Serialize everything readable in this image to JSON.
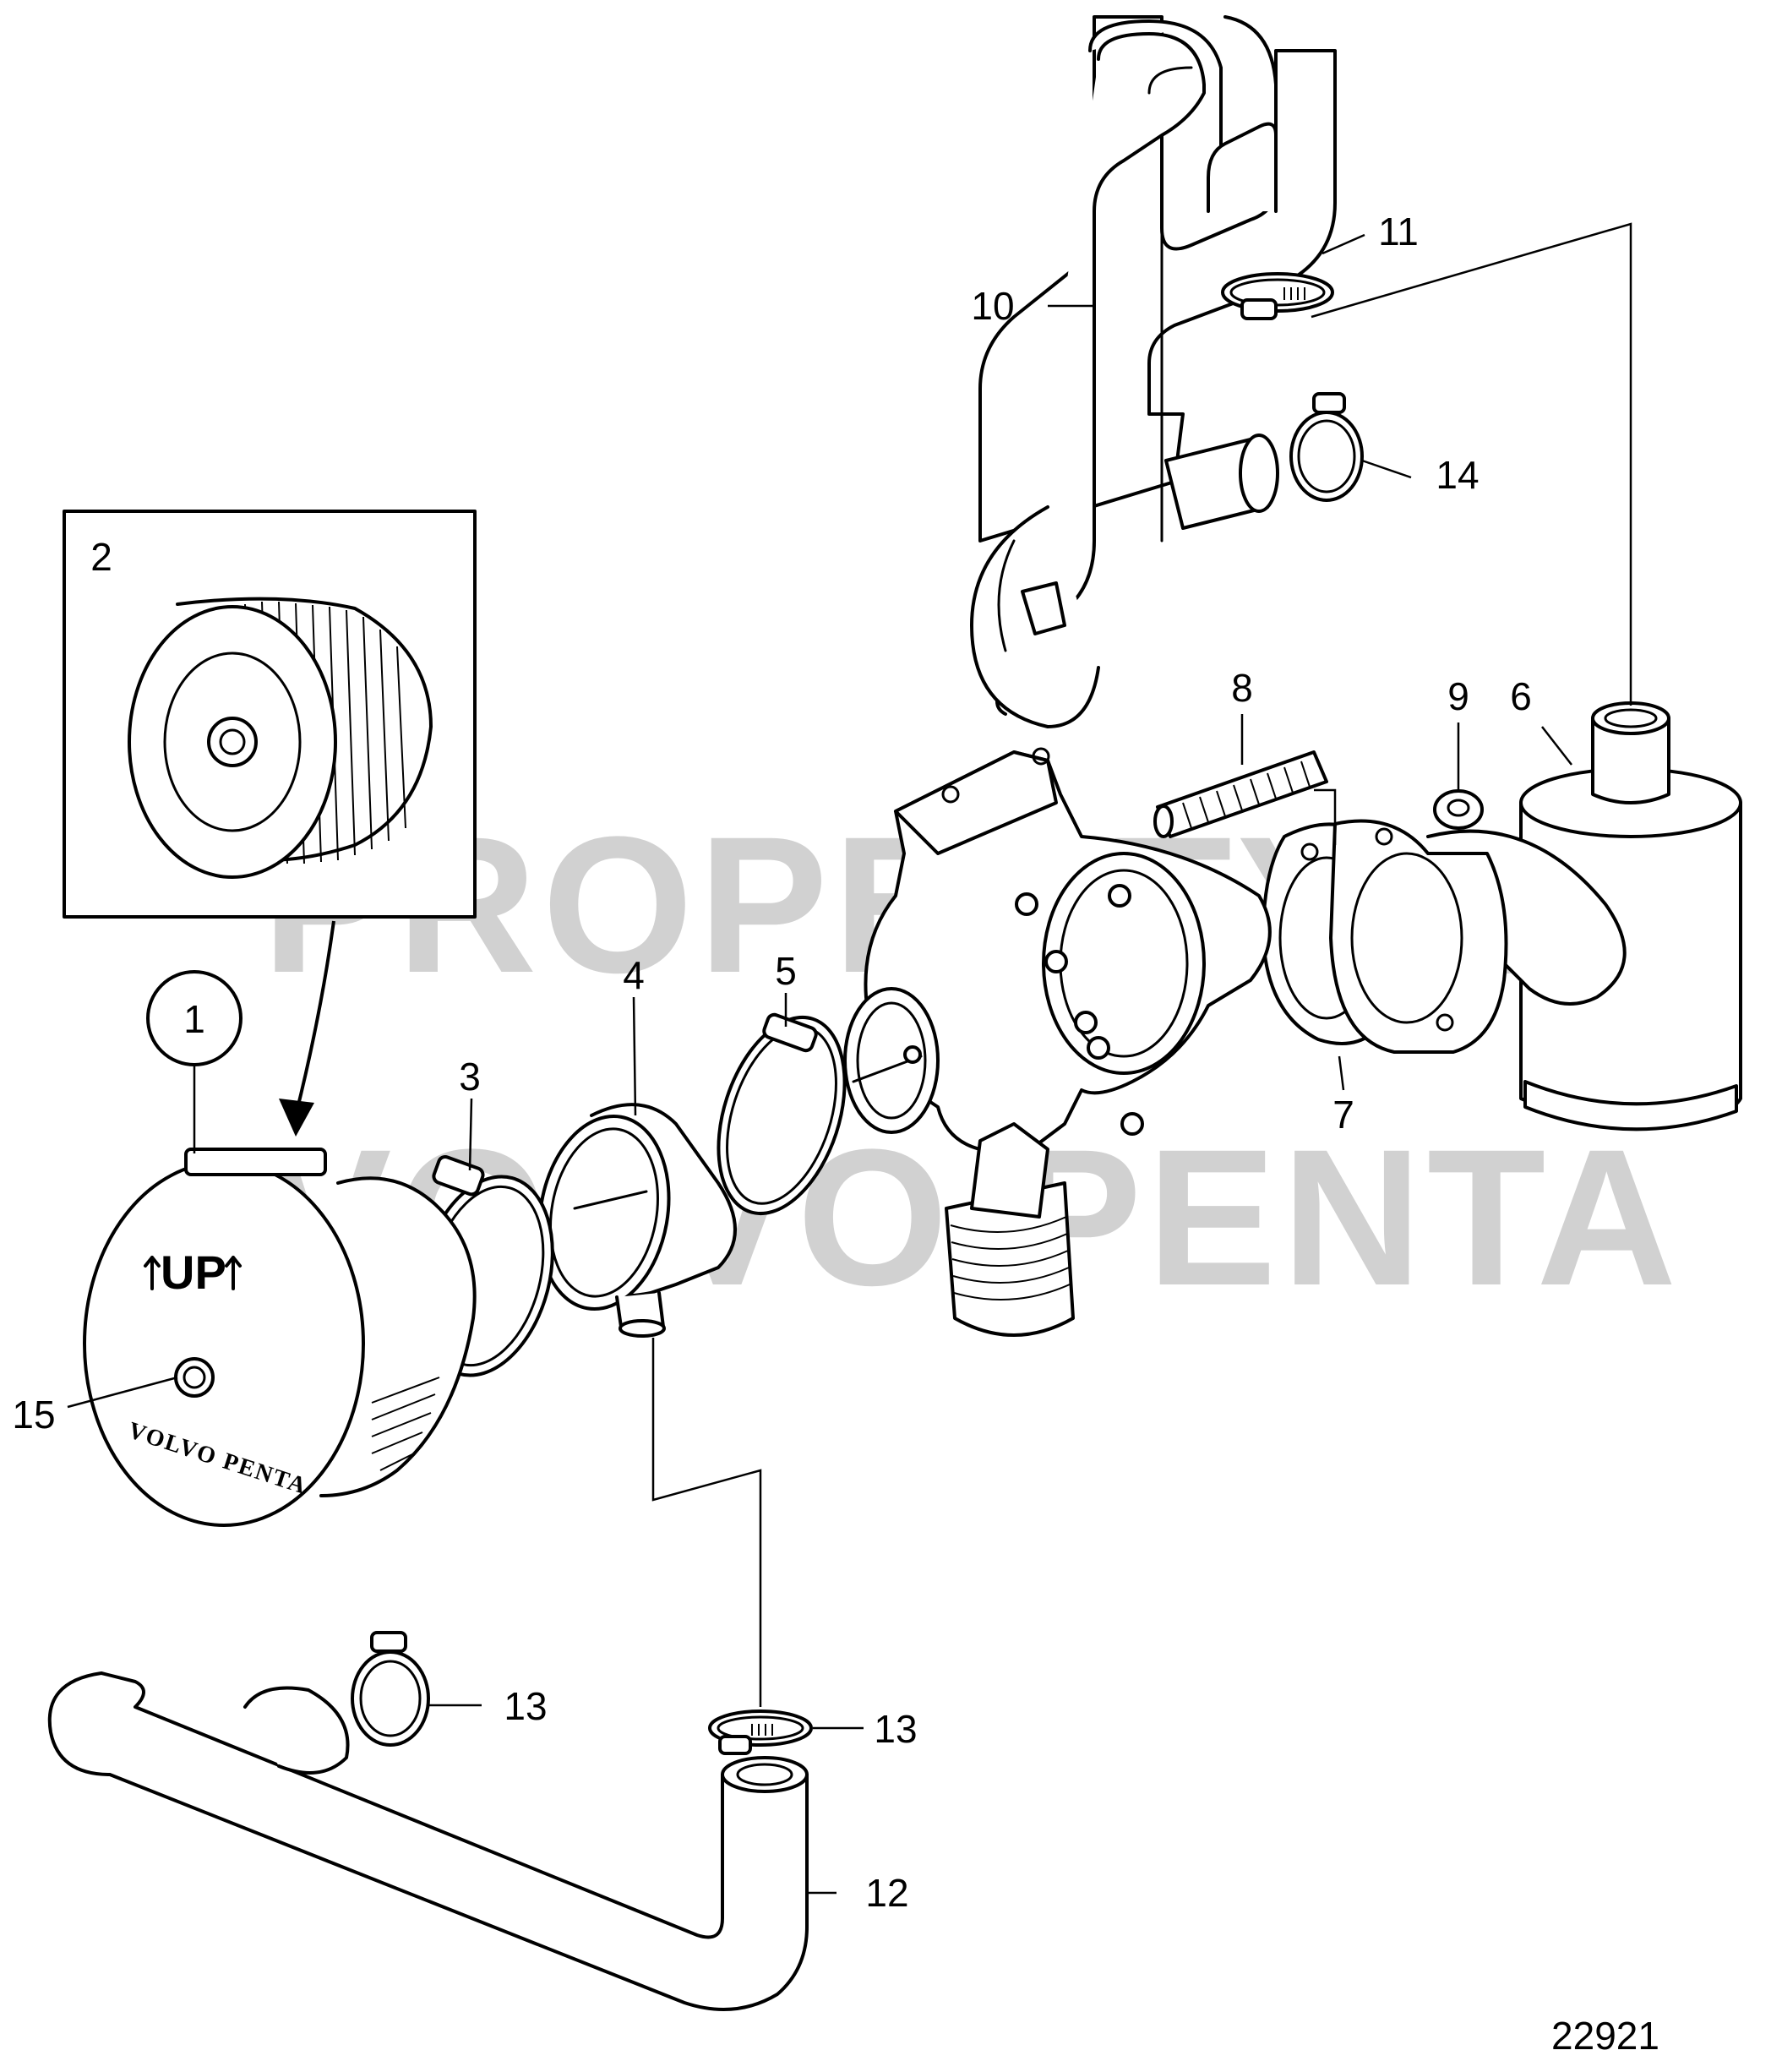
{
  "watermark": {
    "line1": "PROPERTY OF",
    "line2": "VOLVO PENTA"
  },
  "figure_number": "22921",
  "callouts": {
    "c1": "1",
    "c2": "2",
    "c3": "3",
    "c4": "4",
    "c5": "5",
    "c6": "6",
    "c7": "7",
    "c8": "8",
    "c9": "9",
    "c10": "10",
    "c11": "11",
    "c12": "12",
    "c13a": "13",
    "c13b": "13",
    "c14": "14",
    "c15": "15"
  },
  "part_markings": {
    "up_label": "UP",
    "filter_logo": "VOLVO PENTA"
  }
}
